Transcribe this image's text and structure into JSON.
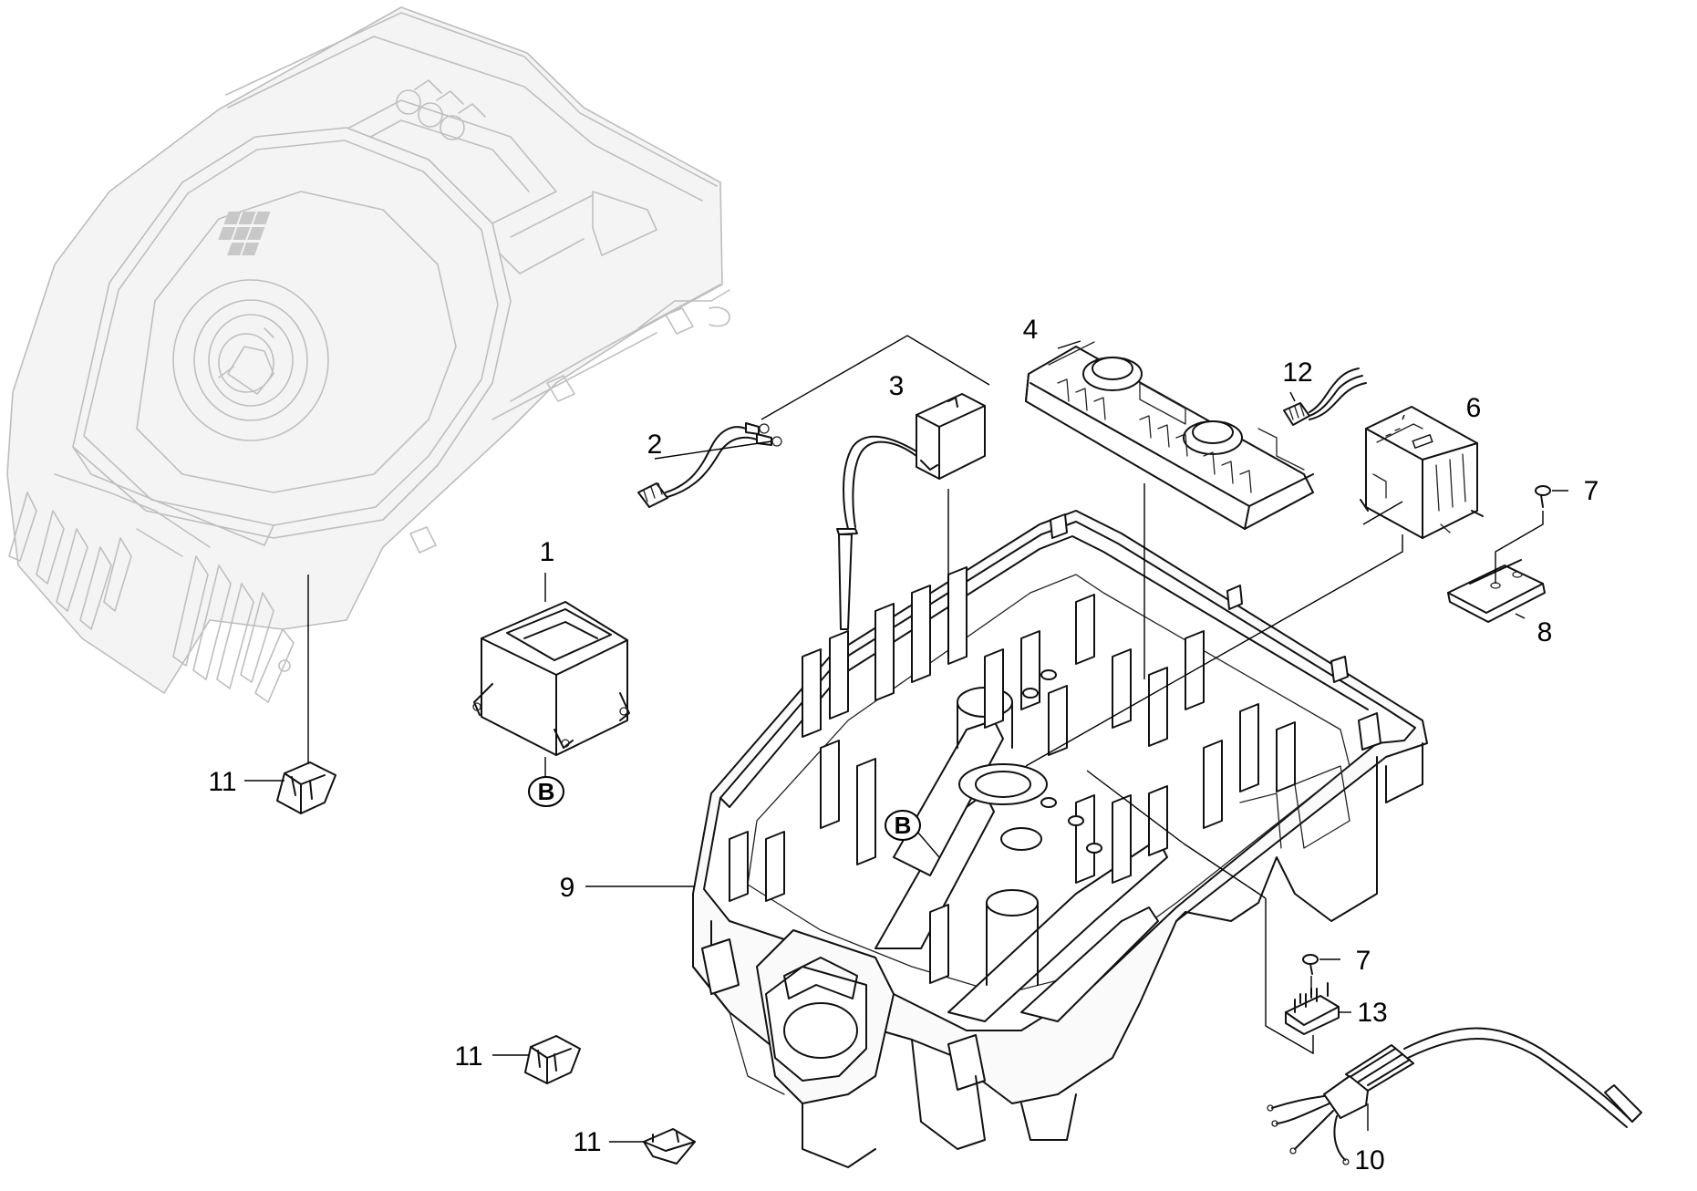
{
  "diagram": {
    "callouts": [
      {
        "id": "c1",
        "label": "1"
      },
      {
        "id": "c2",
        "label": "2"
      },
      {
        "id": "c3",
        "label": "3"
      },
      {
        "id": "c4",
        "label": "4"
      },
      {
        "id": "c6",
        "label": "6"
      },
      {
        "id": "c7a",
        "label": "7"
      },
      {
        "id": "c7b",
        "label": "7"
      },
      {
        "id": "c8",
        "label": "8"
      },
      {
        "id": "c9",
        "label": "9"
      },
      {
        "id": "c10",
        "label": "10"
      },
      {
        "id": "c11a",
        "label": "11"
      },
      {
        "id": "c11b",
        "label": "11"
      },
      {
        "id": "c11c",
        "label": "11"
      },
      {
        "id": "c12",
        "label": "12"
      },
      {
        "id": "c13",
        "label": "13"
      }
    ],
    "markers": [
      {
        "id": "b1",
        "label": "B"
      },
      {
        "id": "b2",
        "label": "B"
      }
    ],
    "parts": {
      "transformer": "transformer",
      "wire_harness": "wire-harness",
      "thermostat": "thermostat",
      "control_board": "control-board",
      "contactor": "contactor",
      "screw": "screw",
      "din_rail": "din-rail",
      "base_housing": "base-housing",
      "power_cord": "power-cord",
      "clip": "clip",
      "connector": "connector",
      "terminal_block": "terminal-block",
      "top_cover": "top-cover"
    }
  }
}
